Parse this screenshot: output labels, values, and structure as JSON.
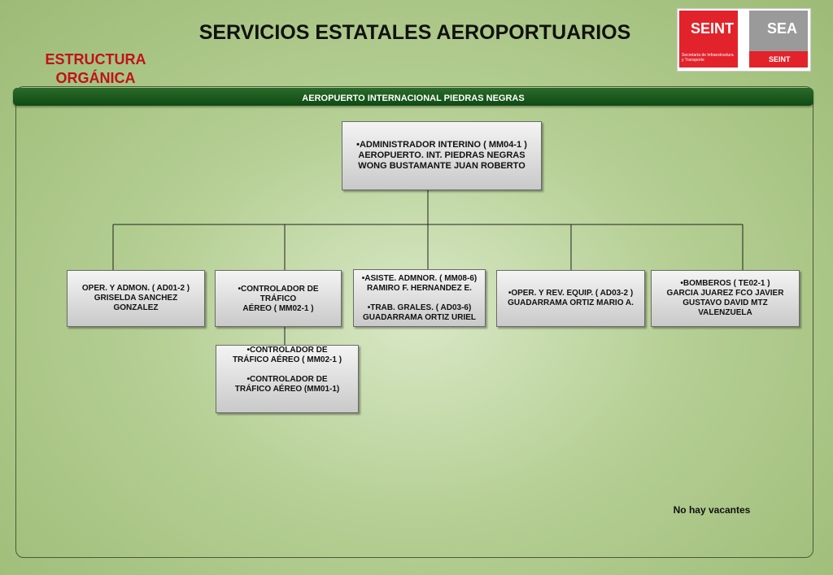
{
  "header": {
    "title": "SERVICIOS ESTATALES AEROPORTUARIOS",
    "subtitle_line1": "ESTRUCTURA",
    "subtitle_line2": "ORGÁNICA",
    "banner": "AEROPUERTO INTERNACIONAL PIEDRAS NEGRAS"
  },
  "logos": {
    "seint": "SEINT",
    "seint_caption": "Secretaría de Infraestructura y Transporte",
    "sea": "SEA",
    "sea_caption": "SEINT"
  },
  "org": {
    "top": [
      "•ADMINISTRADOR INTERINO ( MM04-1 )",
      "AEROPUERTO. INT. PIEDRAS NEGRAS",
      "WONG BUSTAMANTE JUAN ROBERTO"
    ],
    "box1": [
      "OPER. Y ADMON. ( AD01-2 )",
      "GRISELDA  SANCHEZ GONZALEZ"
    ],
    "box2": [
      "•CONTROLADOR DE TRÁFICO",
      "AÉREO ( MM02-1 )"
    ],
    "box3": [
      "•ASISTE. ADMNOR. ( MM08-6)",
      "RAMIRO F. HERNANDEZ E.",
      "•TRAB. GRALES. ( AD03-6)",
      "GUADARRAMA ORTIZ URIEL"
    ],
    "box4": [
      "•OPER. Y REV. EQUIP. ( AD03-2 )",
      "GUADARRAMA ORTIZ MARIO A."
    ],
    "box5": [
      "•BOMBEROS ( TE02-1 )",
      "GARCIA JUAREZ FCO JAVIER",
      "GUSTAVO DAVID MTZ VALENZUELA"
    ],
    "sub": [
      "•CONTROLADOR DE",
      "TRÁFICO AÉREO ( MM02-1 )",
      "•CONTROLADOR DE",
      "TRÁFICO AÉREO (MM01-1)"
    ]
  },
  "footer": {
    "note": "No hay vacantes"
  }
}
